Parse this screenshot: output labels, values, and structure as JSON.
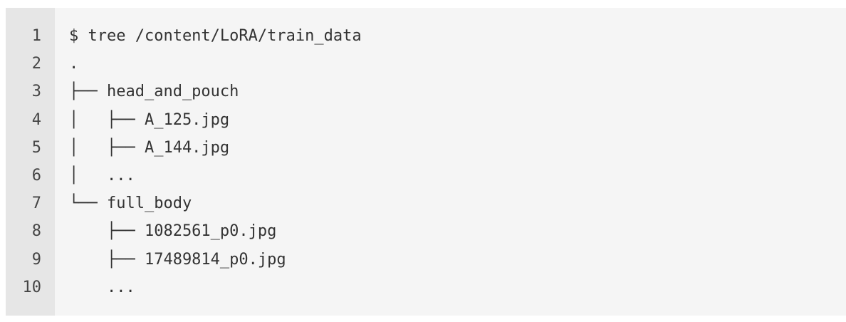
{
  "code_block": {
    "line_numbers": [
      "1",
      "2",
      "3",
      "4",
      "5",
      "6",
      "7",
      "8",
      "9",
      "10"
    ],
    "lines": [
      "$ tree /content/LoRA/train_data",
      ".",
      "├── head_and_pouch",
      "│   ├── A_125.jpg",
      "│   ├── A_144.jpg",
      "│   ...",
      "└── full_body",
      "    ├── 1082561_p0.jpg",
      "    ├── 17489814_p0.jpg",
      "    ..."
    ]
  }
}
